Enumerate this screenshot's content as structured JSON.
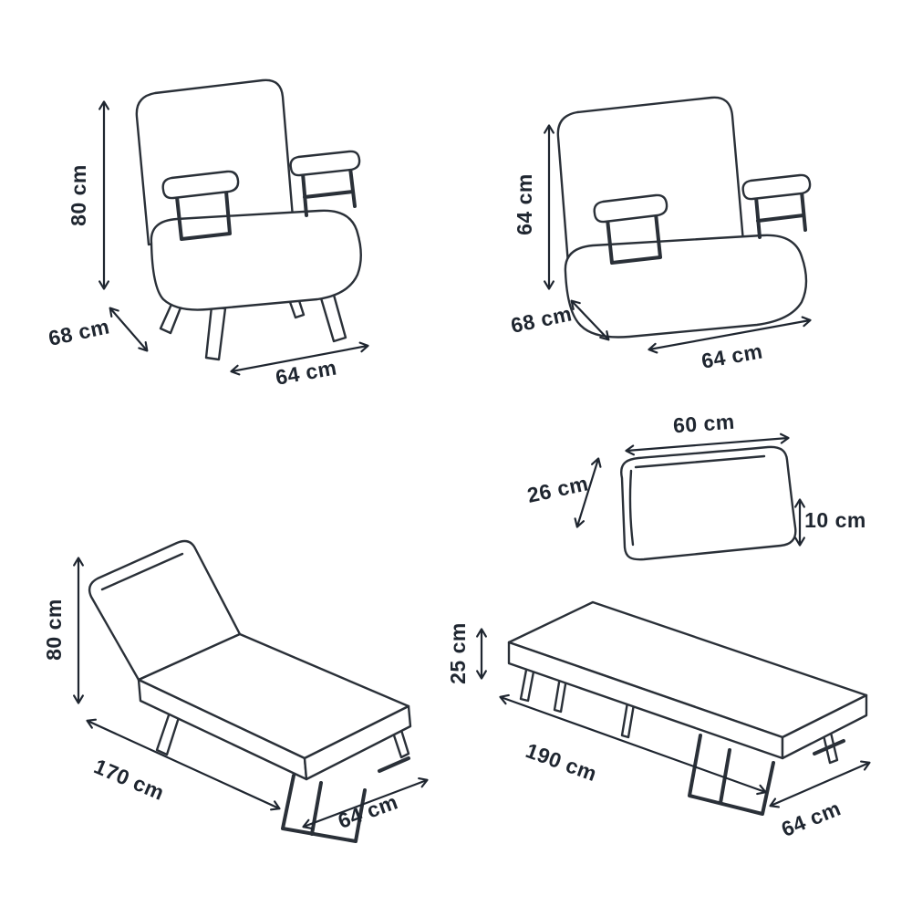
{
  "colors": {
    "ink": "#2a3038",
    "text": "#1f2630",
    "background": "#ffffff"
  },
  "labels": {
    "chair": {
      "height": "80 cm",
      "depth": "68 cm",
      "width": "64 cm"
    },
    "chair_folded": {
      "height": "64 cm",
      "depth": "68 cm",
      "width": "64 cm"
    },
    "pillow": {
      "width": "60 cm",
      "depth": "26 cm",
      "thickness": "10 cm"
    },
    "lounger": {
      "height": "80 cm",
      "length": "170 cm",
      "width": "64 cm"
    },
    "bed": {
      "height": "25 cm",
      "length": "190 cm",
      "width": "64 cm"
    }
  }
}
